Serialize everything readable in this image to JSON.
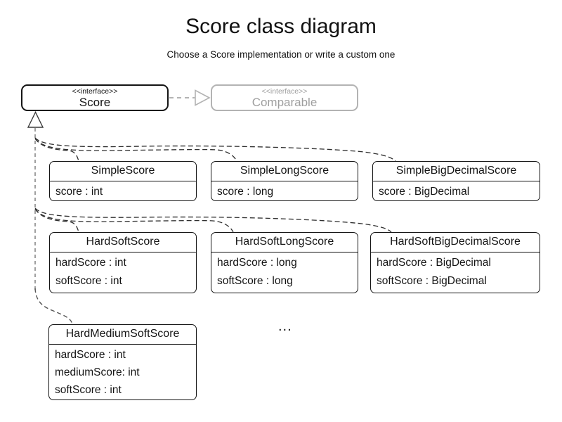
{
  "header": {
    "title": "Score class diagram",
    "subtitle": "Choose a Score implementation or write a custom one"
  },
  "interfaces": {
    "score": {
      "stereotype": "<<interface>>",
      "name": "Score"
    },
    "comparable": {
      "stereotype": "<<interface>>",
      "name": "Comparable"
    }
  },
  "classes": [
    {
      "name": "SimpleScore",
      "attributes": [
        "score : int"
      ]
    },
    {
      "name": "SimpleLongScore",
      "attributes": [
        "score : long"
      ]
    },
    {
      "name": "SimpleBigDecimalScore",
      "attributes": [
        "score : BigDecimal"
      ]
    },
    {
      "name": "HardSoftScore",
      "attributes": [
        "hardScore : int",
        "softScore : int"
      ]
    },
    {
      "name": "HardSoftLongScore",
      "attributes": [
        "hardScore : long",
        "softScore : long"
      ]
    },
    {
      "name": "HardSoftBigDecimalScore",
      "attributes": [
        "hardScore : BigDecimal",
        "softScore : BigDecimal"
      ]
    },
    {
      "name": "HardMediumSoftScore",
      "attributes": [
        "hardScore : int",
        "mediumScore: int",
        "softScore : int"
      ]
    }
  ],
  "ellipsis": "...",
  "colors": {
    "line": "#141414",
    "muted_text": "#9e9e9e",
    "muted_border": "#b3b3b3",
    "trunk": "#8f8f8f",
    "branch": "#2e2e2e",
    "background": "#ffffff"
  }
}
